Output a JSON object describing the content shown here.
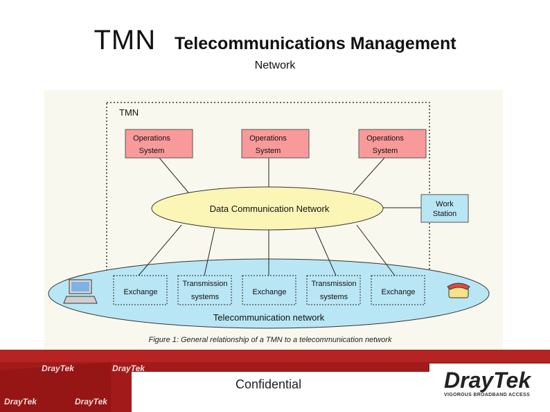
{
  "title": {
    "abbr": "TMN",
    "full_part1": "Telecommunications Management",
    "full_part2": "Network"
  },
  "diagram": {
    "frame_label": "TMN",
    "ops_system_line1": "Operations",
    "ops_system_line2": "System",
    "dcn_label": "Data  Communication  Network",
    "workstation_line1": "Work",
    "workstation_line2": "Station",
    "exchange_label": "Exchange",
    "transmission_line1": "Transmission",
    "transmission_line2": "systems",
    "telecom_network_label": "Telecommunication   network",
    "caption": "Figure 1: General relationship of a TMN to a telecommunication network"
  },
  "footer": {
    "confidential": "Confidential",
    "brand": "DrayTek",
    "tagline": "VIGOROUS BROADBAND ACCESS",
    "watermark": "DrayTek"
  },
  "colors": {
    "ops_box": "#f99a9a",
    "dcn": "#fbf5b6",
    "telecom": "#b9e6f4",
    "footer_bg": "#a31a1a"
  }
}
